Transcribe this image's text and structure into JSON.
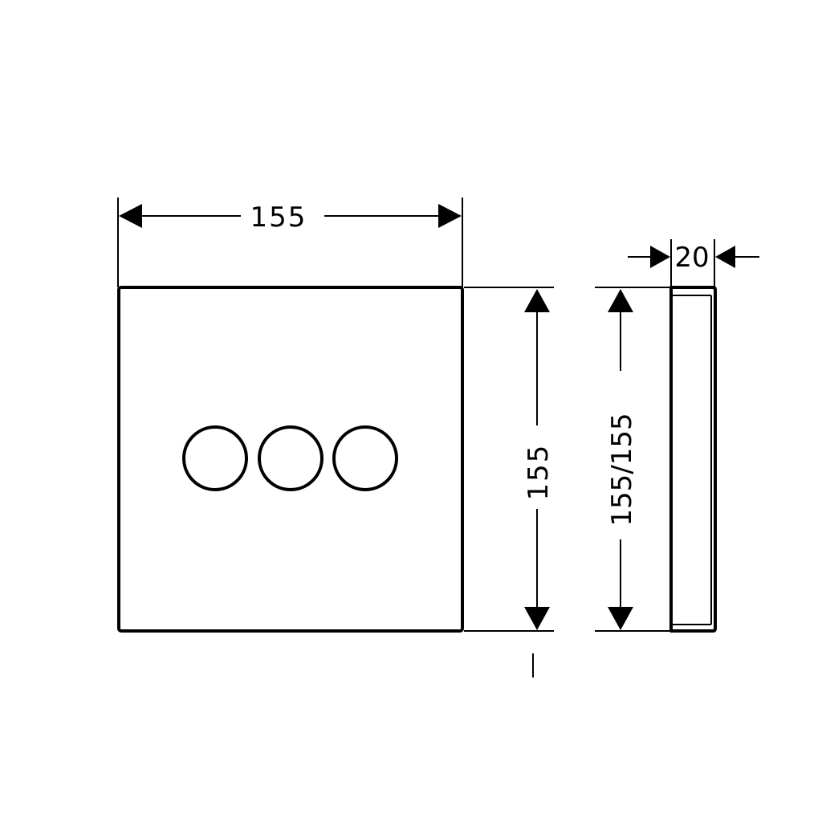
{
  "dimensions": {
    "front_width": "155",
    "front_height": "155",
    "side_height": "155/155",
    "side_depth": "20"
  },
  "buttons": {
    "count": 3
  },
  "colors": {
    "line": "#000000",
    "background": "#ffffff"
  }
}
